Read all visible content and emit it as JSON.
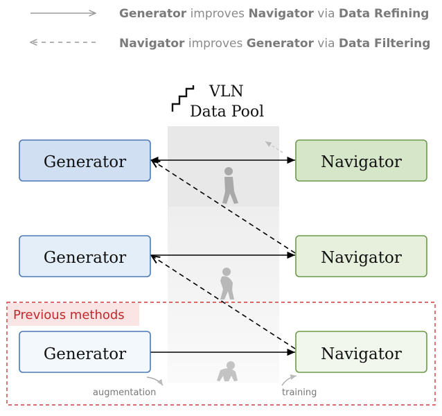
{
  "legend": {
    "solid": {
      "a": "Generator",
      "b": " improves ",
      "c": "Navigator",
      "d": " via ",
      "e": "Data Refining"
    },
    "dashed": {
      "a": "Navigator",
      "b": " improves ",
      "c": "Generator",
      "d": " via ",
      "e": "Data Filtering"
    }
  },
  "pool": {
    "line1": "VLN",
    "line2": "Data Pool"
  },
  "rows": [
    {
      "generator": "Generator",
      "navigator": "Navigator"
    },
    {
      "generator": "Generator",
      "navigator": "Navigator"
    },
    {
      "generator": "Generator",
      "navigator": "Navigator"
    }
  ],
  "previous_methods": "Previous methods",
  "augmentation": "augmentation",
  "training": "training",
  "icons": [
    "stairs-icon",
    "walking-human-icon",
    "hunched-human-icon",
    "ape-icon"
  ],
  "colors": {
    "gen_fill": [
      "#d0dff1",
      "#e4eef8",
      "#f3f8fd"
    ],
    "nav_fill": [
      "#d6e6c9",
      "#e6f0dc",
      "#f2f7ed"
    ],
    "gen_stroke": "#4a78b5",
    "nav_stroke": "#6b9a4a",
    "prev_border": "#d43a3a",
    "prev_bg": "#fbe4e4"
  }
}
